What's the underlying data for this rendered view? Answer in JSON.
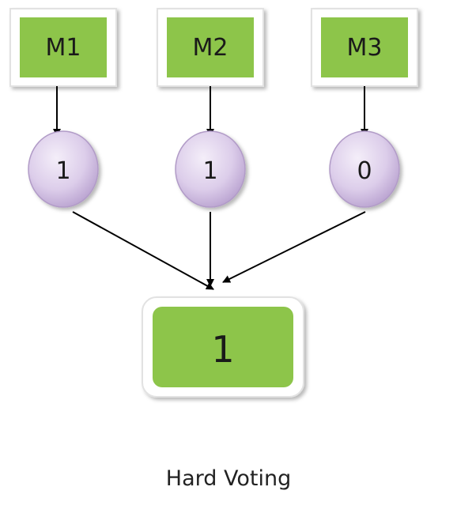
{
  "models": [
    {
      "label": "M1",
      "vote": "1"
    },
    {
      "label": "M2",
      "vote": "1"
    },
    {
      "label": "M3",
      "vote": "0"
    }
  ],
  "result": "1",
  "caption": "Hard Voting",
  "colors": {
    "box_fill": "#8dc54a",
    "box_border": "#ececec",
    "circle_fill": "#d6c6e4",
    "circle_stroke": "#b19bc7",
    "arrow": "#000000",
    "text": "#1a1a1a"
  }
}
